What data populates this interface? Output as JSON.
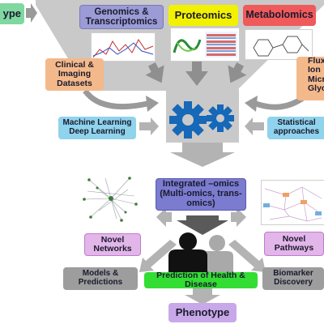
{
  "header": {
    "phenotype_top": "ype",
    "genomics": "Genomics & Transcriptomics",
    "proteomics": "Proteomics",
    "metabolomics": "Metabolomics"
  },
  "left": {
    "clinical": "Clinical & Imaging Datasets",
    "ml": "Machine Learning Deep Learning"
  },
  "right": {
    "flux_lines": [
      "Flux",
      "Ion",
      "Micro",
      "Glyc"
    ],
    "statistical": "Statistical approaches"
  },
  "center": {
    "integrated": "Integrated –omics (Multi-omics, trans-omics)"
  },
  "bottom": {
    "novel_networks": "Novel Networks",
    "novel_pathways": "Novel Pathways",
    "models": "Models & Predictions",
    "prediction": "Prediction of Health & Disease",
    "biomarker": "Biomarker Discovery",
    "phenotype": "Phenotype"
  },
  "colors": {
    "funnel": "#c9c9c9",
    "genomics": "#9b9bd6",
    "proteomics": "#f2f200",
    "metabolomics": "#f05a5a",
    "clinical": "#f4b98a",
    "ml": "#8fd3ec",
    "integrated": "#7b7bd0",
    "novel": "#e2b6e8",
    "grey_box": "#9d9d9d",
    "prediction": "#33dd33",
    "phenotype": "#c8a8e8",
    "gear": "#1668b8",
    "people": "#111111",
    "people_light": "#a9a9a9",
    "phenotype_top": "#7fd8a0"
  }
}
